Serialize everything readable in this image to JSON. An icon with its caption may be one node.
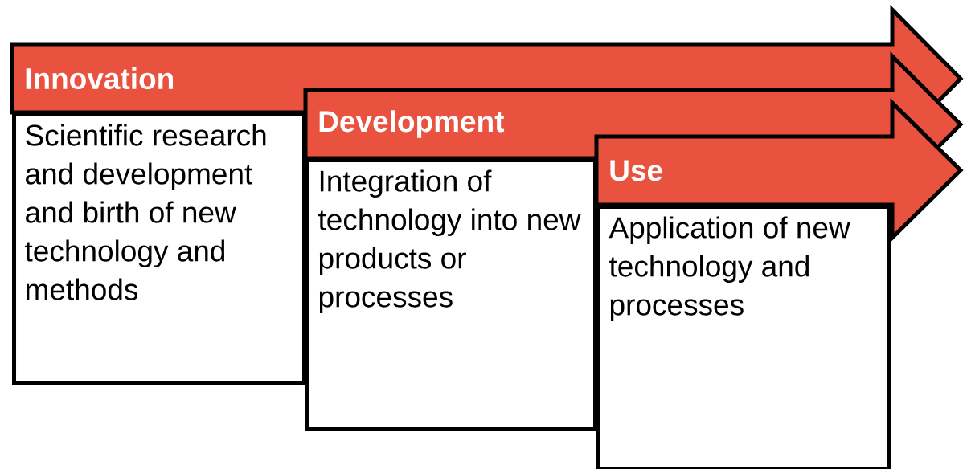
{
  "diagram": {
    "nodes": [
      {
        "text": [
          "Innovation"
        ]
      },
      {
        "text": [
          "Scientific research and development and birth of new technology and methods"
        ]
      },
      {
        "text": [
          "Development"
        ]
      },
      {
        "text": [
          "Integration of technology into new products or processes"
        ]
      },
      {
        "text": [
          "Use"
        ]
      },
      {
        "text": [
          "Application of new technology and processes"
        ]
      }
    ]
  }
}
